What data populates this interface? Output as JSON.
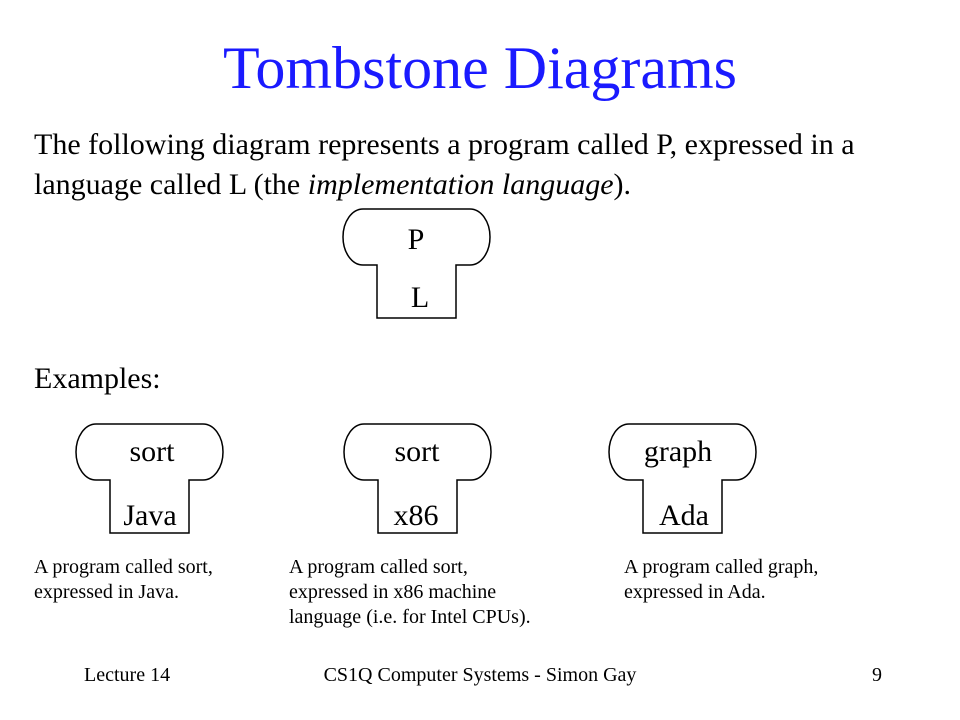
{
  "slide": {
    "title": "Tombstone Diagrams",
    "intro_line1": "The following diagram represents a program called P, expressed in a",
    "intro_line2_pre": "language called L (the ",
    "intro_line2_em": "implementation language",
    "intro_line2_post": ").",
    "examples_label": "Examples:"
  },
  "diagram": {
    "main": {
      "program": "P",
      "language": "L"
    },
    "examples": [
      {
        "program": "sort",
        "language": "Java",
        "caption_lines": [
          "A program called sort,",
          "expressed in Java."
        ]
      },
      {
        "program": "sort",
        "language": "x86",
        "caption_lines": [
          "A program called sort,",
          "expressed in x86 machine",
          "language (i.e. for Intel CPUs)."
        ]
      },
      {
        "program": "graph",
        "language": "Ada",
        "caption_lines": [
          "A program called graph,",
          "expressed in Ada."
        ]
      }
    ]
  },
  "footer": {
    "left": "Lecture 14",
    "center": "CS1Q Computer Systems - Simon Gay",
    "right": "9"
  },
  "colors": {
    "title": "#1a1aff",
    "text": "#000000",
    "background": "#ffffff"
  }
}
